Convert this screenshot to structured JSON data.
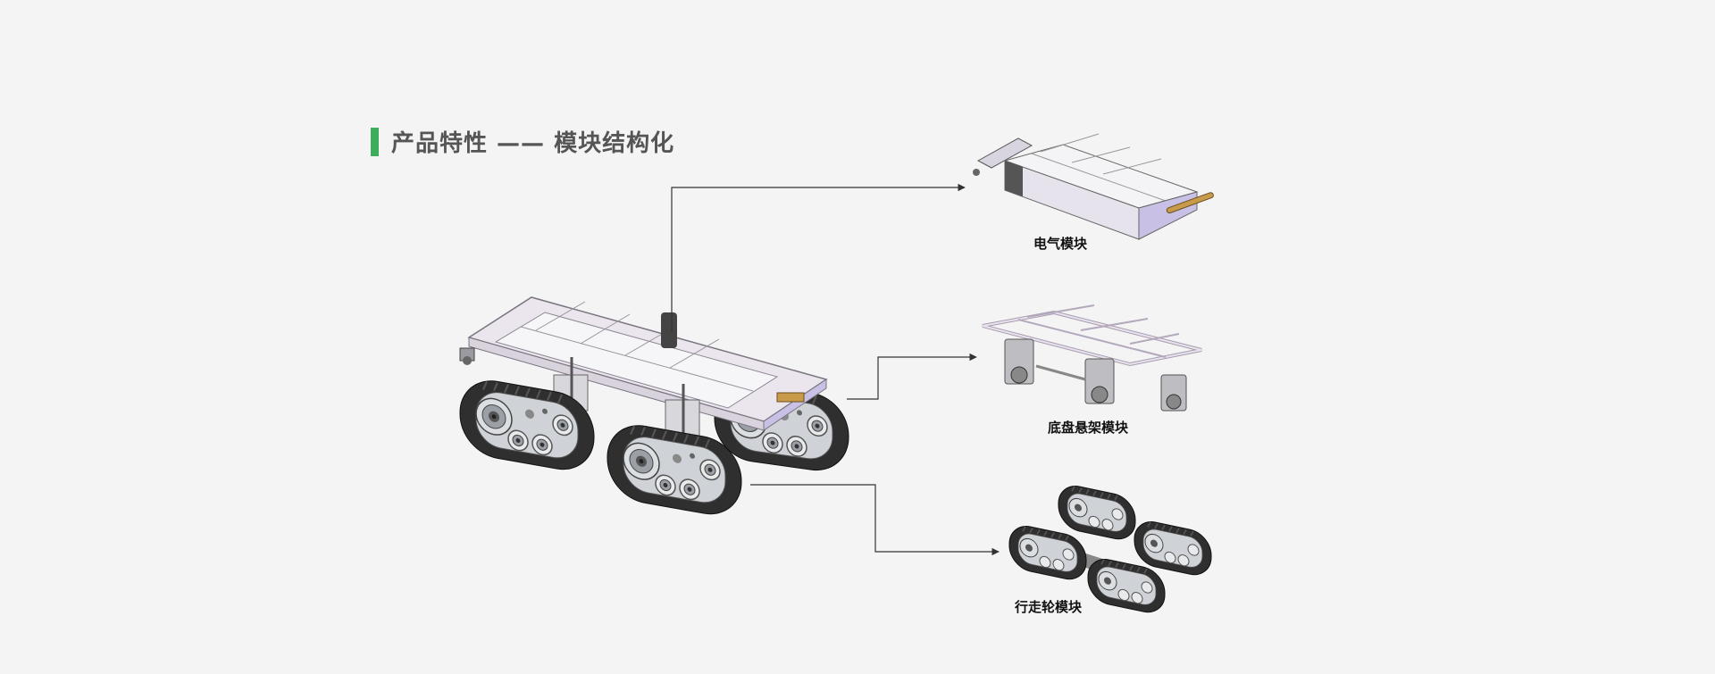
{
  "section": {
    "title": "产品特性 —— 模块结构化",
    "accent_color": "#3cae5b"
  },
  "modules": [
    {
      "id": "electrical",
      "label": "电气模块"
    },
    {
      "id": "chassis",
      "label": "底盘悬架模块"
    },
    {
      "id": "track",
      "label": "行走轮模块"
    }
  ],
  "colors": {
    "frame": "#ebe6ee",
    "frame_edge": "#7a7580",
    "track": "#2f2f2f",
    "wheel": "#bfc3c8",
    "purple_panel": "#c9c0e6",
    "connector": "#333333"
  }
}
